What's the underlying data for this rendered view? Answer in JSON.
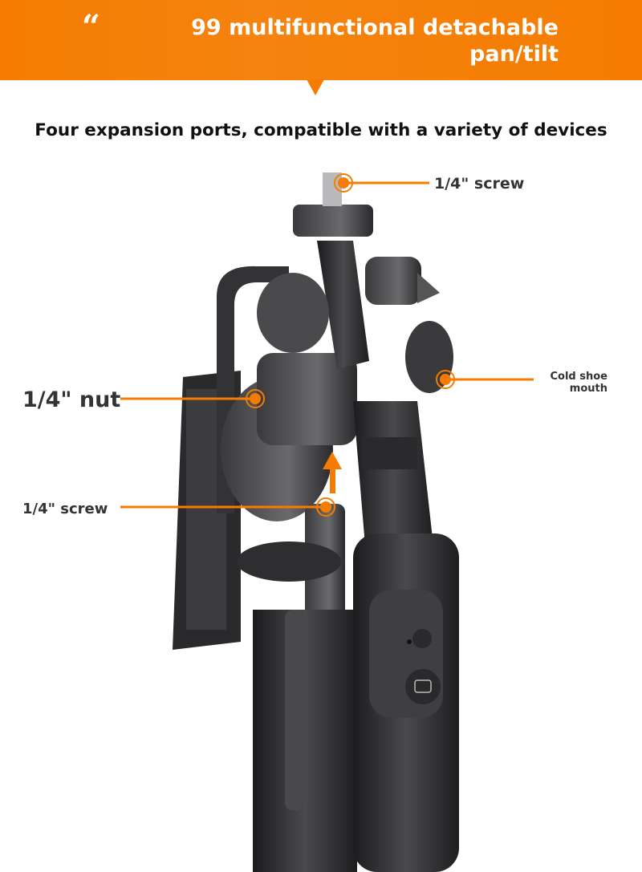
{
  "header": {
    "quote_mark": "“",
    "title": "99 multifunctional detachable pan/tilt"
  },
  "subheading": "Four expansion ports, compatible with a variety of devices",
  "callouts": {
    "top_screw": "1/4\" screw",
    "cold_shoe": "Cold shoe mouth",
    "nut": "1/4\" nut",
    "bottom_screw": "1/4\" screw"
  },
  "colors": {
    "accent": "#f57c00",
    "device": "#2b2b2d",
    "text": "#333333"
  }
}
